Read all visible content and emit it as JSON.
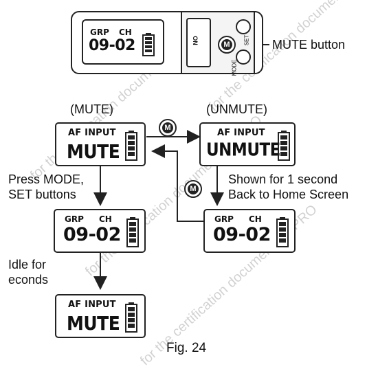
{
  "device": {
    "grp_label": "GRP",
    "ch_label": "CH",
    "number": "09-02",
    "on_label": "ON",
    "set_label": "SET",
    "mode_label": "MODE",
    "m_label": "M"
  },
  "callout": "MUTE button",
  "state_mute": "(MUTE)",
  "state_unmute": "(UNMUTE)",
  "lcd_mute_1": {
    "title": "AF INPUT",
    "main": "MUTE"
  },
  "lcd_unmute": {
    "title": "AF INPUT",
    "main": "UNMUTE"
  },
  "lcd_home_1": {
    "grp": "GRP",
    "ch": "CH",
    "number": "09-02"
  },
  "lcd_home_2": {
    "grp": "GRP",
    "ch": "CH",
    "number": "09-02"
  },
  "lcd_mute_2": {
    "title": "AF INPUT",
    "main": "MUTE"
  },
  "m_button": "M",
  "note_press": [
    "Press MODE,",
    "SET buttons"
  ],
  "note_shown": [
    "Shown for 1 second",
    "Back to Home Screen"
  ],
  "note_idle": [
    "Idle for",
    "econds"
  ],
  "caption": "Fig. 24",
  "watermark": "for the certification documents MIPRO"
}
